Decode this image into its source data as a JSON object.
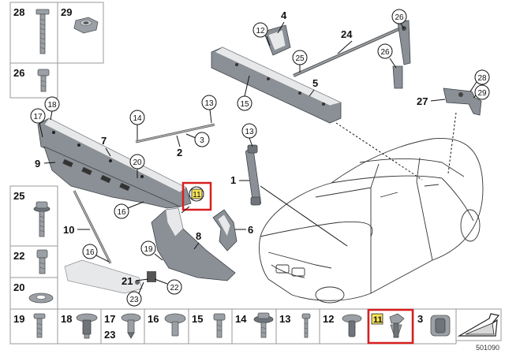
{
  "diagram_id": "501090",
  "left_column_cells": [
    {
      "label": "28",
      "icon": "long-bolt-icon"
    },
    {
      "label": "29",
      "icon": "hex-nut-icon"
    },
    {
      "label": "26",
      "icon": "short-bolt-icon"
    },
    {
      "label": "25",
      "icon": "flange-bolt-icon"
    },
    {
      "label": "22",
      "icon": "socket-screw-icon"
    },
    {
      "label": "20",
      "icon": "washer-icon"
    }
  ],
  "bottom_row_cells": [
    {
      "label": "19",
      "icon": "screw-icon"
    },
    {
      "label": "18",
      "icon": "expanding-rivet-icon"
    },
    {
      "label": "17",
      "label_extra": "23",
      "icon": "push-rivet-icon"
    },
    {
      "label": "16",
      "icon": "rivet-icon"
    },
    {
      "label": "15",
      "icon": "bolt-icon"
    },
    {
      "label": "14",
      "icon": "flange-screw-icon"
    },
    {
      "label": "13",
      "icon": "thin-screw-icon"
    },
    {
      "label": "12",
      "icon": "clip-rivet-icon"
    },
    {
      "label": "11",
      "icon": "spreader-clip-icon",
      "highlighted": true
    },
    {
      "label": "3",
      "icon": "sleeve-nut-icon"
    },
    {
      "label": "",
      "icon": "arrow-icon"
    }
  ],
  "part_labels": [
    {
      "id": "part-4",
      "text": "4"
    },
    {
      "id": "part-24",
      "text": "24"
    },
    {
      "id": "part-5",
      "text": "5"
    },
    {
      "id": "part-27",
      "text": "27"
    },
    {
      "id": "part-7",
      "text": "7"
    },
    {
      "id": "part-9",
      "text": "9"
    },
    {
      "id": "part-2",
      "text": "2"
    },
    {
      "id": "part-1",
      "text": "1"
    },
    {
      "id": "part-10",
      "text": "10"
    },
    {
      "id": "part-8",
      "text": "8"
    },
    {
      "id": "part-6",
      "text": "6"
    },
    {
      "id": "part-21",
      "text": "21"
    }
  ],
  "callouts": [
    {
      "id": "c-12",
      "text": "12"
    },
    {
      "id": "c-25",
      "text": "25"
    },
    {
      "id": "c-26a",
      "text": "26"
    },
    {
      "id": "c-26b",
      "text": "26"
    },
    {
      "id": "c-15",
      "text": "15"
    },
    {
      "id": "c-28",
      "text": "28"
    },
    {
      "id": "c-29",
      "text": "29"
    },
    {
      "id": "c-17",
      "text": "17"
    },
    {
      "id": "c-18",
      "text": "18"
    },
    {
      "id": "c-14",
      "text": "14"
    },
    {
      "id": "c-13a",
      "text": "13"
    },
    {
      "id": "c-3",
      "text": "3"
    },
    {
      "id": "c-20",
      "text": "20"
    },
    {
      "id": "c-13b",
      "text": "13"
    },
    {
      "id": "c-16a",
      "text": "16"
    },
    {
      "id": "c-16b",
      "text": "16"
    },
    {
      "id": "c-19",
      "text": "19"
    },
    {
      "id": "c-22",
      "text": "22"
    },
    {
      "id": "c-23",
      "text": "23"
    }
  ],
  "highlight_callout": {
    "text": "11"
  },
  "colors": {
    "highlight": "#d91f1f",
    "label_fill": "#f4e35a",
    "part_grey": "#8a9096"
  }
}
